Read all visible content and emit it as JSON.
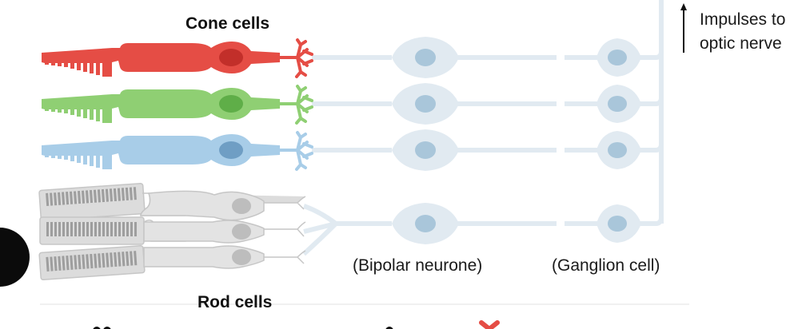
{
  "labels": {
    "cone_cells": "Cone cells",
    "rod_cells": "Rod cells",
    "impulses_line1": "Impulses to",
    "impulses_line2": "optic nerve",
    "bipolar": "(Bipolar neurone)",
    "ganglion": "(Ganglion cell)"
  },
  "cones": [
    {
      "name": "red-cone",
      "color": "#e54d45",
      "nucleus": "#c22f2a"
    },
    {
      "name": "green-cone",
      "color": "#8fcf73",
      "nucleus": "#5fae48"
    },
    {
      "name": "blue-cone",
      "color": "#a8cde8",
      "nucleus": "#6f9ec4"
    }
  ],
  "rod_color": "#dcdcdc",
  "neuron_color": "#e1eaf1",
  "neuron_nucleus": "#a9c6da",
  "accent_red": "#e54d45",
  "marker_color": "#0b0b0b",
  "icons": {
    "arrow": "arrow-up-icon",
    "marker": "black-circle-marker"
  }
}
